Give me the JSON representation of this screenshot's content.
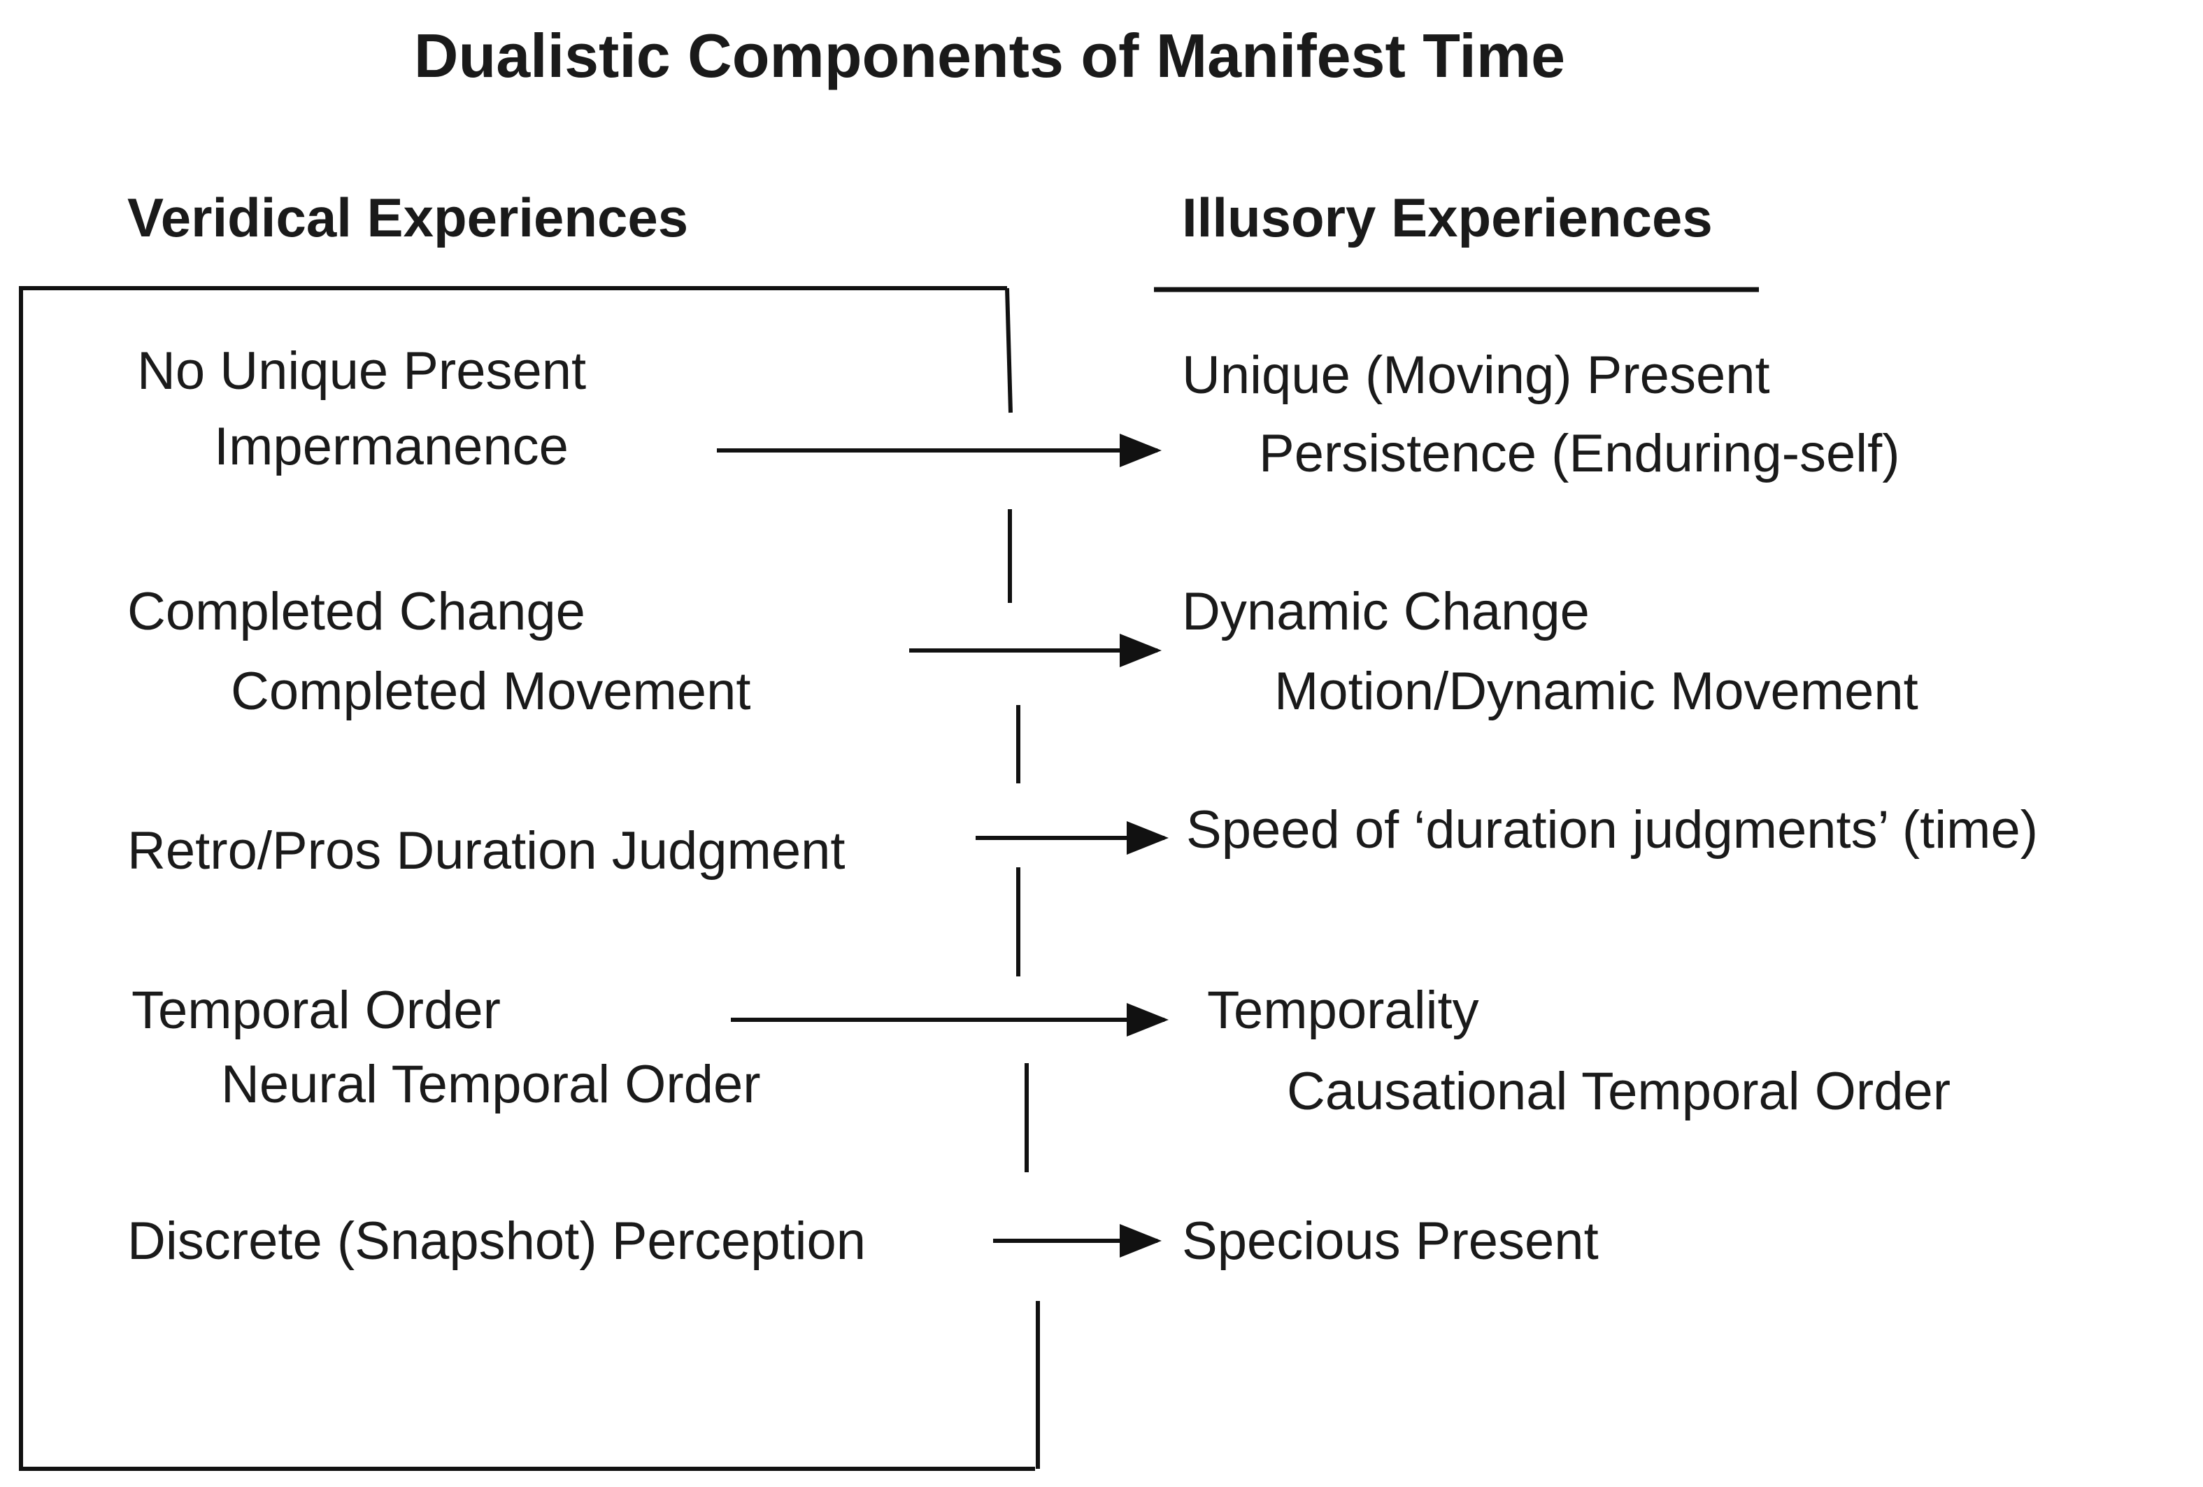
{
  "title": "Dualistic Components of Manifest Time",
  "columns": {
    "left_heading": "Veridical Experiences",
    "right_heading": "Illusory Experiences"
  },
  "rows": [
    {
      "veridical": [
        "No Unique Present",
        "Impermanence"
      ],
      "illusory": [
        "Unique (Moving) Present",
        "Persistence (Enduring-self)"
      ]
    },
    {
      "veridical": [
        "Completed Change",
        "Completed Movement"
      ],
      "illusory": [
        "Dynamic Change",
        "Motion/Dynamic Movement"
      ]
    },
    {
      "veridical": [
        "Retro/Pros Duration Judgment"
      ],
      "illusory": [
        "Speed of ‘duration judgments’ (time)"
      ]
    },
    {
      "veridical": [
        "Temporal Order",
        "Neural Temporal Order"
      ],
      "illusory": [
        "Temporality",
        "Causational Temporal  Order"
      ]
    },
    {
      "veridical": [
        "Discrete (Snapshot) Perception"
      ],
      "illusory": [
        "Specious Present"
      ]
    }
  ]
}
